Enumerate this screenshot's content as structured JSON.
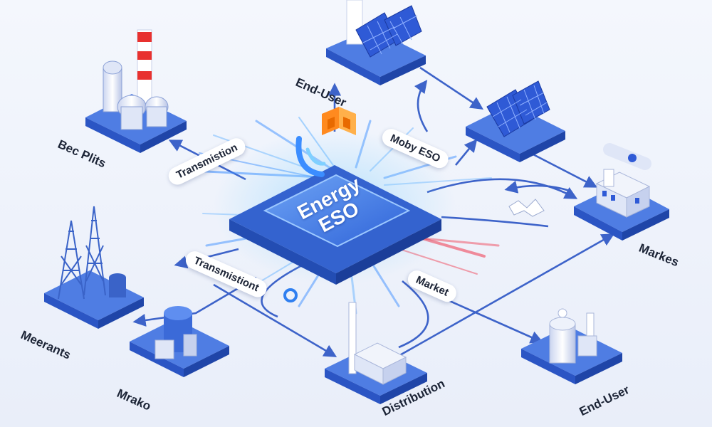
{
  "hub": {
    "line1": "Energy",
    "line2": "ESO"
  },
  "labels": {
    "bec_plits": "Bec Plits",
    "end_user_top": "End-User",
    "markes": "Markes",
    "meerants": "Meerants",
    "mrako": "Mrako",
    "distribution": "Distribution",
    "end_user_bottom": "End-User"
  },
  "pills": {
    "transmission": "Transmistion",
    "moby_eso": "Moby ESO",
    "transmissiont": "Transmistiont",
    "market": "Market"
  },
  "colors": {
    "platform_top": "#4f7de3",
    "platform_side": "#2b55c4",
    "connector": "#3d63c9",
    "hub_top": "#4a86ea",
    "burst_blue": "#3b8dff",
    "burst_red": "#f0354a",
    "logo_orange": "#ff8a1f",
    "panel_blue": "#2f5ad6",
    "tower_blue": "#3a63c8"
  }
}
